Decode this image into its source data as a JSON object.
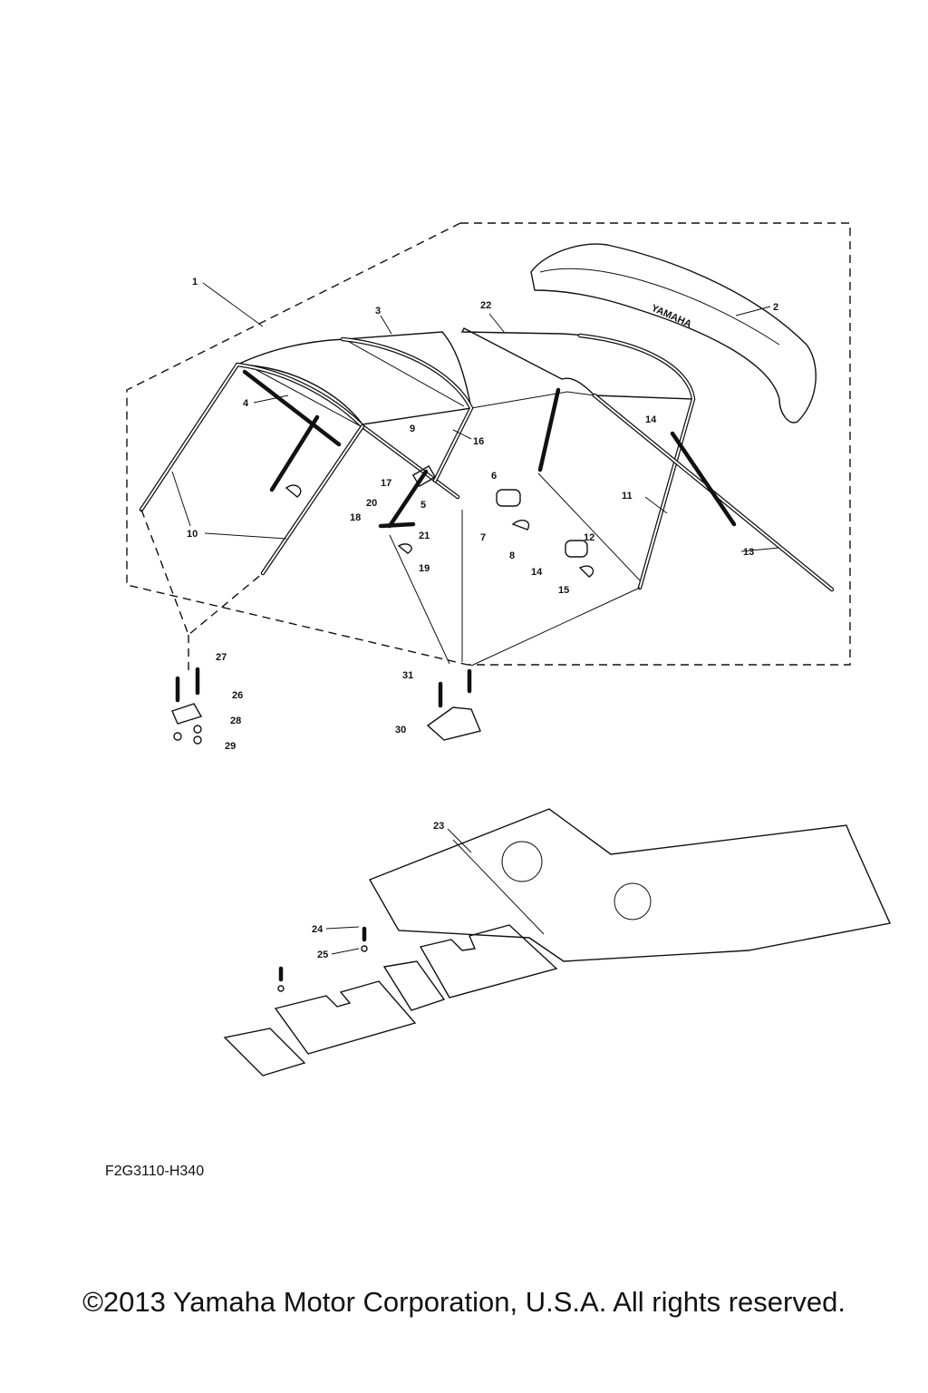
{
  "diagram": {
    "part_code": "F2G3110-H340",
    "copyright": "©2013 Yamaha Motor Corporation, U.S.A. All rights reserved.",
    "brand_mark": "YAMAHA",
    "callouts": [
      "1",
      "2",
      "3",
      "4",
      "5",
      "6",
      "7",
      "8",
      "9",
      "10",
      "11",
      "12",
      "13",
      "14",
      "14",
      "15",
      "16",
      "17",
      "18",
      "19",
      "20",
      "21",
      "22",
      "23",
      "24",
      "25",
      "26",
      "27",
      "28",
      "29",
      "30",
      "31"
    ]
  }
}
